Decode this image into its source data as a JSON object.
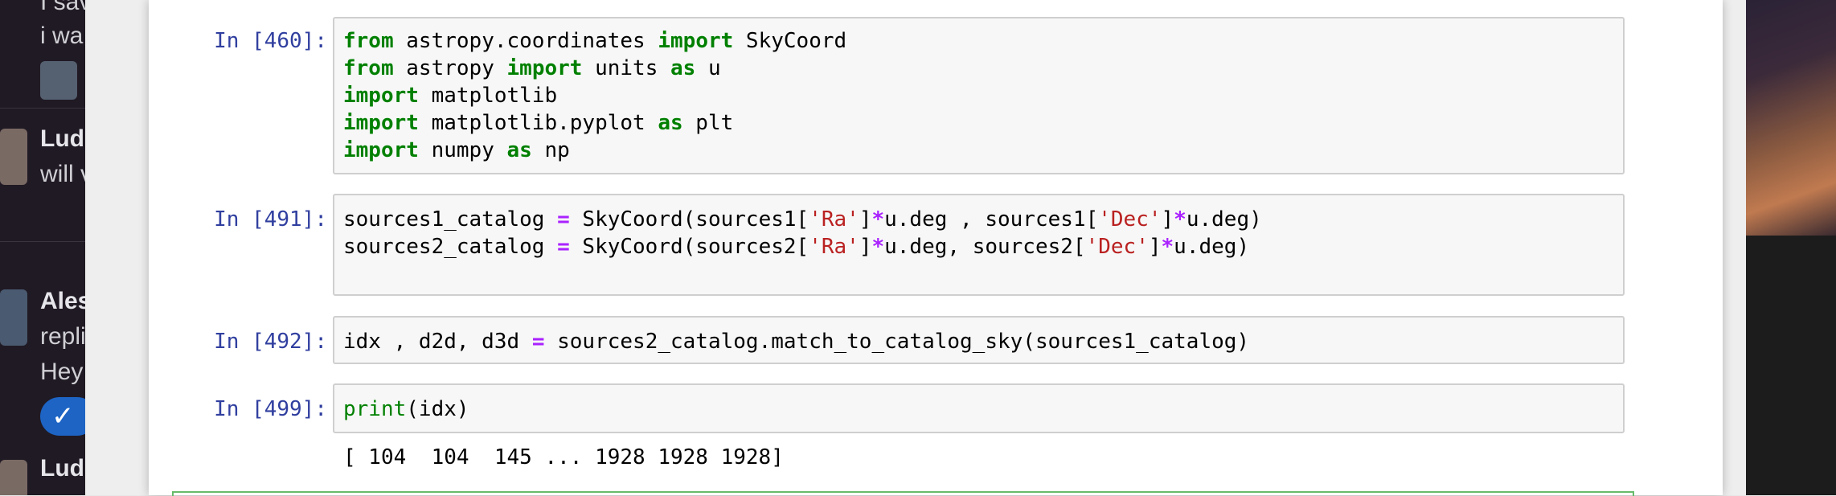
{
  "background": {
    "slack": {
      "lines": [
        "I sav",
        "i wa",
        "Ludi",
        "will v",
        "Ales",
        "repli",
        "Hey",
        "Ludi"
      ],
      "check_glyph": "✓",
      "accent_color": "#1d64c4"
    }
  },
  "notebook": {
    "cells": [
      {
        "prompt": "In [460]:",
        "lines": [
          [
            {
              "t": "from",
              "c": "kw"
            },
            {
              "t": " astropy.coordinates "
            },
            {
              "t": "import",
              "c": "kw"
            },
            {
              "t": " SkyCoord"
            }
          ],
          [
            {
              "t": "from",
              "c": "kw"
            },
            {
              "t": " astropy "
            },
            {
              "t": "import",
              "c": "kw"
            },
            {
              "t": " units "
            },
            {
              "t": "as",
              "c": "kw"
            },
            {
              "t": " u"
            }
          ],
          [
            {
              "t": "import",
              "c": "kw"
            },
            {
              "t": " matplotlib"
            }
          ],
          [
            {
              "t": "import",
              "c": "kw"
            },
            {
              "t": " matplotlib.pyplot "
            },
            {
              "t": "as",
              "c": "kw"
            },
            {
              "t": " plt"
            }
          ],
          [
            {
              "t": "import",
              "c": "kw"
            },
            {
              "t": " numpy "
            },
            {
              "t": "as",
              "c": "kw"
            },
            {
              "t": " np"
            }
          ]
        ]
      },
      {
        "prompt": "In [491]:",
        "lines": [
          [
            {
              "t": "sources1_catalog "
            },
            {
              "t": "=",
              "c": "op"
            },
            {
              "t": " SkyCoord(sources1["
            },
            {
              "t": "'Ra'",
              "c": "str"
            },
            {
              "t": "]"
            },
            {
              "t": "*",
              "c": "op"
            },
            {
              "t": "u.deg , sources1["
            },
            {
              "t": "'Dec'",
              "c": "str"
            },
            {
              "t": "]"
            },
            {
              "t": "*",
              "c": "op"
            },
            {
              "t": "u.deg)"
            }
          ],
          [
            {
              "t": "sources2_catalog "
            },
            {
              "t": "=",
              "c": "op"
            },
            {
              "t": " SkyCoord(sources2["
            },
            {
              "t": "'Ra'",
              "c": "str"
            },
            {
              "t": "]"
            },
            {
              "t": "*",
              "c": "op"
            },
            {
              "t": "u.deg, sources2["
            },
            {
              "t": "'Dec'",
              "c": "str"
            },
            {
              "t": "]"
            },
            {
              "t": "*",
              "c": "op"
            },
            {
              "t": "u.deg)"
            }
          ]
        ]
      },
      {
        "prompt": "In [492]:",
        "lines": [
          [
            {
              "t": "idx , d2d, d3d "
            },
            {
              "t": "=",
              "c": "op"
            },
            {
              "t": " sources2_catalog.match_to_catalog_sky(sources1_catalog)"
            }
          ]
        ]
      },
      {
        "prompt": "In [499]:",
        "lines": [
          [
            {
              "t": "print",
              "c": "builtin"
            },
            {
              "t": "(idx)"
            }
          ]
        ],
        "output": "[ 104  104  145 ... 1928 1928 1928]"
      }
    ],
    "colors": {
      "keyword": "#008000",
      "operator": "#aa22ff",
      "string": "#ba2121",
      "prompt": "#303f9f",
      "selected_cell_border": "#66bb6a"
    }
  }
}
